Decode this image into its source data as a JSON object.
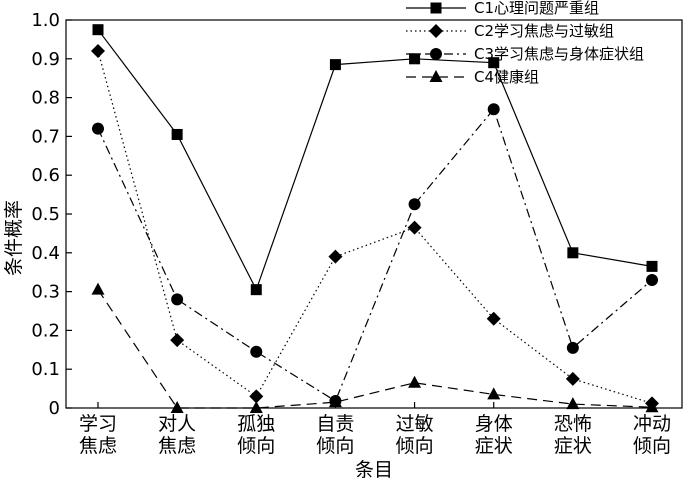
{
  "chart_data": {
    "type": "line",
    "title": "",
    "xlabel": "条目",
    "ylabel": "条件概率",
    "ylim": [
      0,
      1.0
    ],
    "yticks": [
      "0",
      "0.1",
      "0.2",
      "0.3",
      "0.4",
      "0.5",
      "0.6",
      "0.7",
      "0.8",
      "0.9",
      "1.0"
    ],
    "grid": false,
    "legend_position": "top-right",
    "categories": [
      [
        "学习",
        "焦虑"
      ],
      [
        "对人",
        "焦虑"
      ],
      [
        "孤独",
        "倾向"
      ],
      [
        "自责",
        "倾向"
      ],
      [
        "过敏",
        "倾向"
      ],
      [
        "身体",
        "症状"
      ],
      [
        "恐怖",
        "症状"
      ],
      [
        "冲动",
        "倾向"
      ]
    ],
    "series": [
      {
        "name": "C1心理问题严重组",
        "marker": "square",
        "dash": "solid",
        "values": [
          0.975,
          0.705,
          0.305,
          0.885,
          0.9,
          0.89,
          0.4,
          0.365
        ]
      },
      {
        "name": "C2学习焦虑与过敏组",
        "marker": "diamond",
        "dash": "dotted",
        "values": [
          0.92,
          0.175,
          0.03,
          0.39,
          0.465,
          0.23,
          0.075,
          0.012
        ]
      },
      {
        "name": "C3学习焦虑与身体症状组",
        "marker": "circle",
        "dash": "dashdot",
        "values": [
          0.72,
          0.28,
          0.145,
          0.018,
          0.525,
          0.77,
          0.155,
          0.33
        ]
      },
      {
        "name": "C4健康组",
        "marker": "triangle",
        "dash": "dashed",
        "values": [
          0.305,
          0.0,
          0.0,
          0.015,
          0.065,
          0.035,
          0.01,
          0.002
        ]
      }
    ]
  }
}
